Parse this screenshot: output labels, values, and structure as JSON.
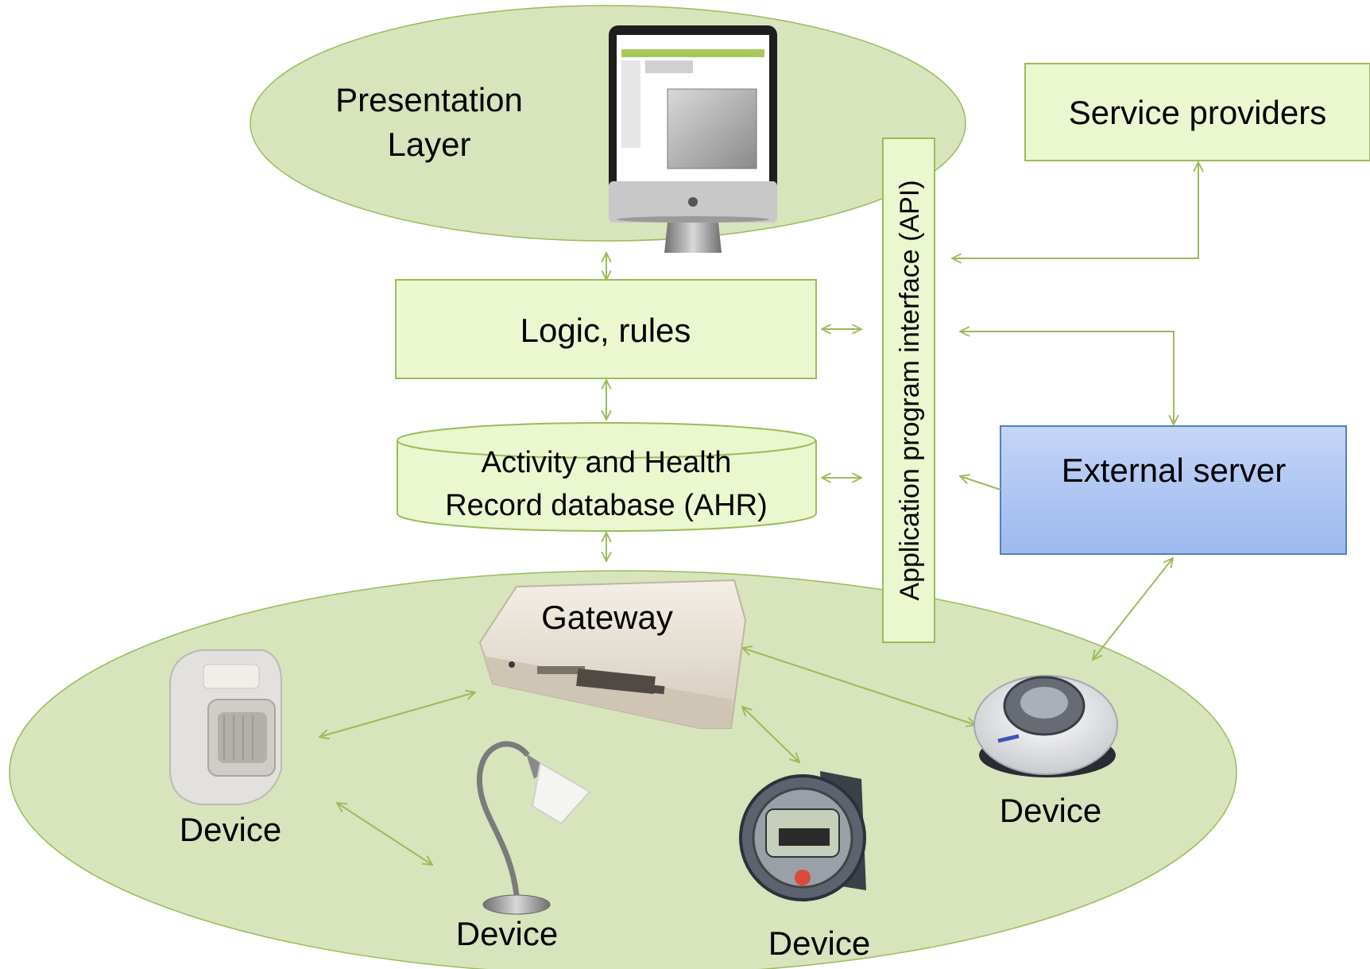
{
  "colors": {
    "green_fill": "#d7e4bc",
    "green_box": "#ebf7cf",
    "green_stroke": "#9bbb59",
    "connector": "#9bbb59",
    "blue_top": "#b8ccf4",
    "blue_bottom": "#9cb8ef",
    "blue_stroke": "#4f81bd"
  },
  "presentation_layer": {
    "title": [
      "Presentation",
      "Layer"
    ],
    "icon": "imac-computer-icon"
  },
  "service_providers": {
    "label": "Service providers"
  },
  "logic": {
    "label": "Logic, rules"
  },
  "database": {
    "label": [
      "Activity and Health",
      "Record database (AHR)"
    ]
  },
  "api": {
    "label": "Application program interface (API)"
  },
  "external_server": {
    "label": "External server"
  },
  "gateway": {
    "label": "Gateway",
    "icon": "router-icon"
  },
  "devices": [
    {
      "label": "Device",
      "icon": "motion-sensor-icon"
    },
    {
      "label": "Device",
      "icon": "desk-lamp-icon"
    },
    {
      "label": "Device",
      "icon": "sport-watch-icon"
    },
    {
      "label": "Device",
      "icon": "fall-detector-icon"
    }
  ]
}
